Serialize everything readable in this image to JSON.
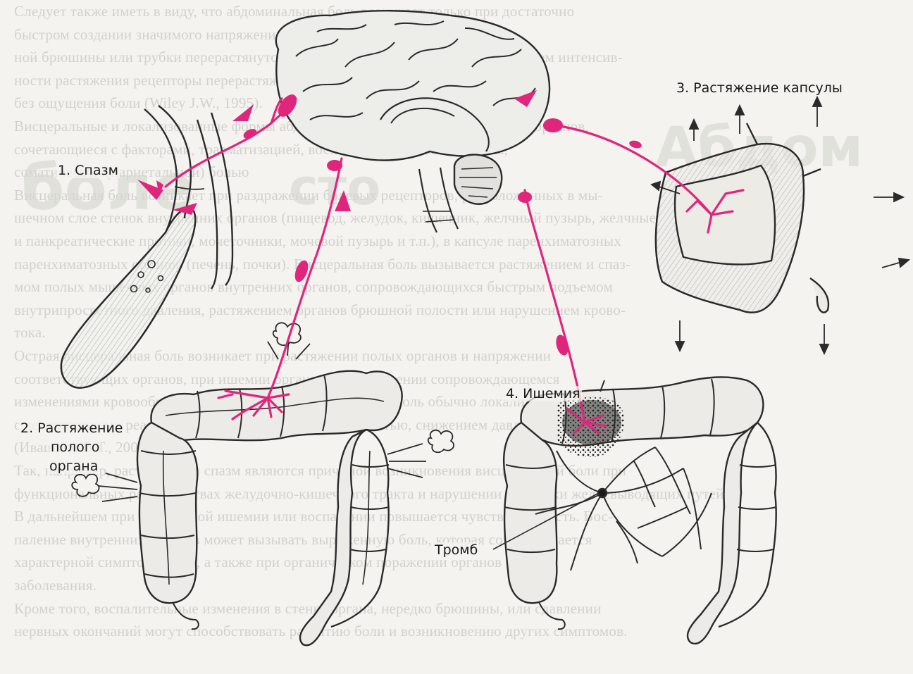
{
  "diagram": {
    "labels": {
      "spasm": "1. Спазм",
      "distension_line1": "2. Растяжение",
      "distension_line2": "полого",
      "distension_line3": "органа",
      "capsule": "3. Растяжение капсулы",
      "ischemia": "4. Ишемия",
      "thrombus": "Тромб"
    },
    "nerve_color": "#e0267c",
    "line_color": "#2a2a2a"
  },
  "background_text": {
    "lines": [
      "Следует также иметь в виду, что абдоминальная боль возникает только при достаточно",
      "быстром создании значимого напряжения в стенке полого органа. Например,",
      "ной брюшины или трубки перерастянутого кишечника с постепенным увеличением интенсив-",
      "ности растяжения рецепторы перерастяжения, изменения долго могут протекать",
      "без ощущения боли (Wiley J.W., 1995).",
      "Висцеральные и локализованные формы абдоминальной боли при повреждении органов,",
      "сочетающиеся с факторами, травматизацией, воспалением, ишемией органа,",
      "соматической (париетальной) болью",
      "Висцеральная боль возникает при раздражении болевых рецепторов, расположенных в мы-",
      "шечном слое стенок внутренних органов (пищевод, желудок, кишечник, желчный пузырь, желчные",
      "и панкреатические протоки, мочеточники, мочевой пузырь и т.п.), в капсуле паренхиматозных",
      "паренхиматозных органов (печень, почки). Висцеральная боль вызывается растяжением и спаз-",
      "мом полых мышечных органов внутренних органов, сопровождающихся быстрым подъемом",
      "внутрипросветного давления, растяжением органов брюшной полости или нарушением крово-",
      "тока.",
      "Острая висцеральная боль возникает при растяжении полых органов и напряжении",
      "соответствующих органов, при ишемии органа, при воспалении сопровождающемся",
      "изменениями кровообращения и гипоксией. Висцеральная боль обычно локализуется",
      "с вегетативными реакциями, тошнотой, рвотой, потливостью, снижением давления",
      "(Ивашкин В.Т., 2001).",
      "Так, например, растяжение и спазм являются причиной возникновения висцеральной боли при",
      "функциональных расстройствах желудочно-кишечного тракта и нарушении моторики желчевыводящих путей.",
      "В дальнейшем при длительной ишемии или воспалении повышается чувствительность. Вос-",
      "паление внутренних органов может вызывать выраженную боль, которая сопровождается",
      "характерной симптоматикой, а также при органическом поражении органов",
      "заболевания.",
      "Кроме того, воспалительные изменения в стенке органа, нередко брюшины, или сдавлении",
      "нервных окончаний могут способствовать развитию боли и возникновению других симптомов."
    ],
    "watermark_line1": "Абдом",
    "watermark_line2": "боле"
  }
}
